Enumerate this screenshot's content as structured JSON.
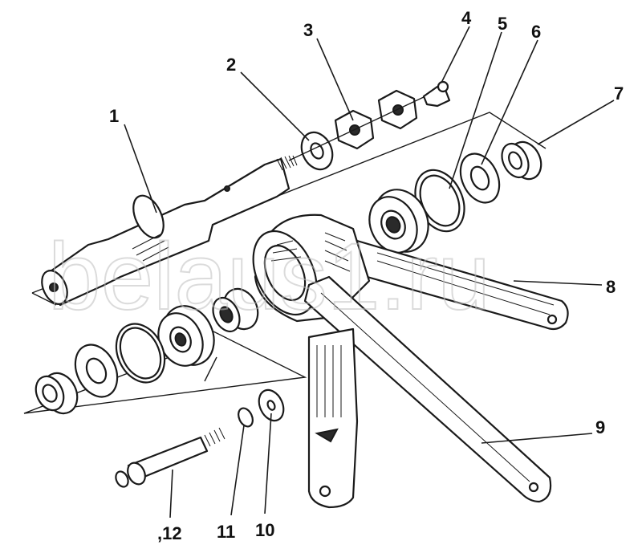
{
  "watermark": "belaus1.ru",
  "callouts": [
    {
      "id": "1",
      "label": "1"
    },
    {
      "id": "2",
      "label": "2"
    },
    {
      "id": "3",
      "label": "3"
    },
    {
      "id": "4",
      "label": "4"
    },
    {
      "id": "5",
      "label": "5"
    },
    {
      "id": "6",
      "label": "6"
    },
    {
      "id": "7",
      "label": "7"
    },
    {
      "id": "8",
      "label": "8"
    },
    {
      "id": "9",
      "label": "9"
    },
    {
      "id": "10",
      "label": "10"
    },
    {
      "id": "11",
      "label": "11"
    },
    {
      "id": "12",
      "label": ",12"
    }
  ]
}
